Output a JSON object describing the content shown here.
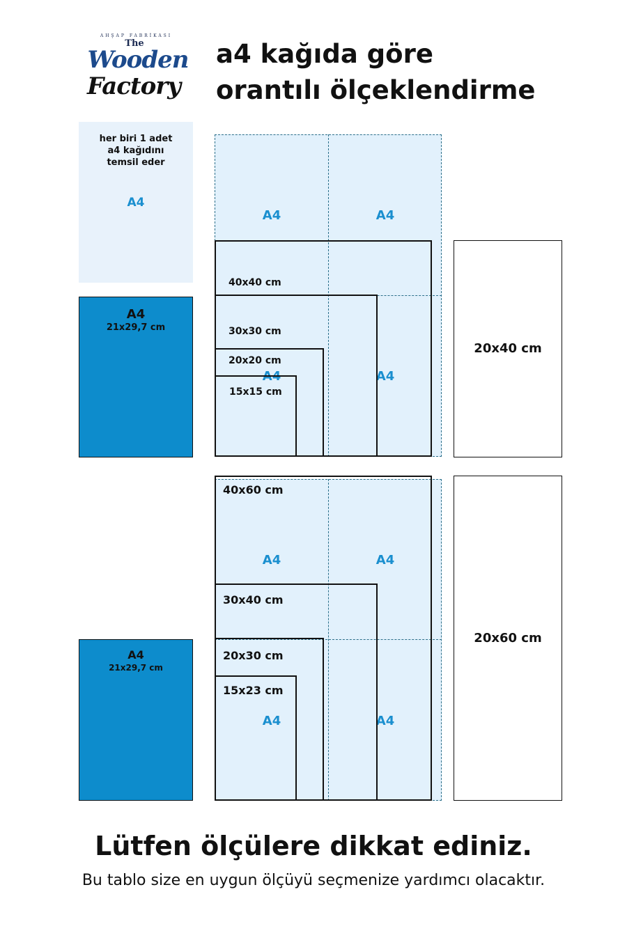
{
  "logo": {
    "tagline": "AHŞAP FABRİKASI",
    "the": "The",
    "line1": "Wooden",
    "line2": "Factory"
  },
  "title": {
    "line1": "a4 kağıda göre",
    "line2": "orantılı ölçeklendirme"
  },
  "legend": {
    "text_lines": [
      "her biri 1 adet",
      "a4 kağıdını",
      "temsil eder"
    ],
    "sheet_label": "A4"
  },
  "a4_reference": [
    {
      "label": "A4",
      "size": "21x29,7 cm"
    },
    {
      "label": "A4",
      "size": "21x29,7 cm"
    }
  ],
  "grid_label": "A4",
  "square_group": {
    "sizes": [
      "40x40 cm",
      "30x30 cm",
      "20x20 cm",
      "15x15 cm"
    ],
    "tall_frame": "20x40 cm"
  },
  "rect_group": {
    "sizes": [
      "40x60 cm",
      "30x40 cm",
      "20x30 cm",
      "15x23 cm"
    ],
    "tall_frame": "20x60 cm"
  },
  "colors": {
    "a4_blue": "#0d8ccc",
    "grid_fill": "#e2f1fc",
    "legend_fill": "#e8f2fb",
    "label_blue": "#1a8fcf",
    "dash_line": "#2b6f8a",
    "logo_navy": "#1c4a8c"
  },
  "footer": {
    "headline": "Lütfen ölçülere dikkat ediniz.",
    "subtext": "Bu tablo size en uygun ölçüyü seçmenize yardımcı olacaktır."
  }
}
